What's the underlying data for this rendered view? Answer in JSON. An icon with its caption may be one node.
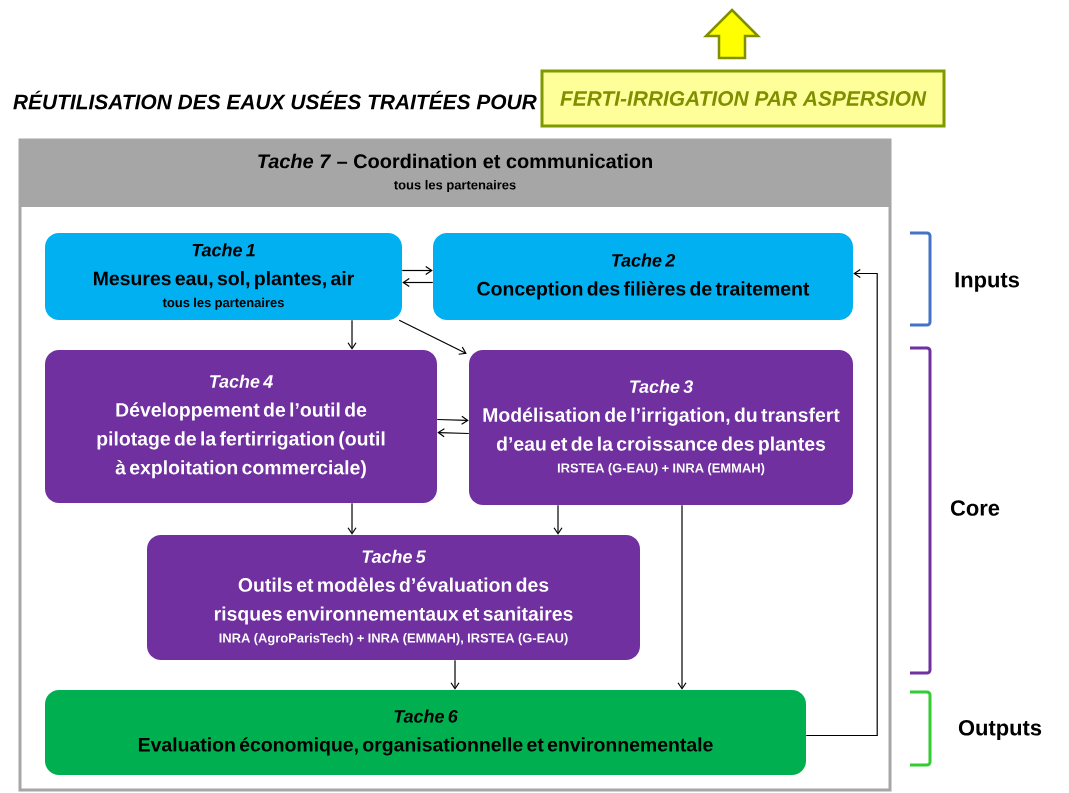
{
  "diagram": {
    "title": "RÉUTILISATION DES EAUX USÉES TRAITÉES POUR",
    "nodes": [
      {
        "text": [
          "FERTI-IRRIGATION PAR ASPERSION"
        ]
      },
      {
        "text": [
          "*Tache 7* – Coordination et communication",
          "tous les partenaires"
        ]
      },
      {
        "text": [
          "Tache 1",
          "Mesures eau, sol, plantes, air",
          "tous les partenaires"
        ],
        "in": 1
      },
      {
        "text": [
          "Tache 2",
          "Conception des filières de traitement"
        ],
        "in": 1
      },
      {
        "text": [
          "Tache 4",
          "Développement de l’outil de pilotage de la fertirrigation (outil à exploitation commerciale)"
        ],
        "in": 1
      },
      {
        "text": [
          "Tache 3",
          "Modélisation de l’irrigation, du transfert d’eau et de la croissance des plantes",
          "IRSTEA (G-EAU) + INRA (EMMAH)"
        ],
        "in": 1
      },
      {
        "text": [
          "Tache 5",
          "Outils et modèles d’évaluation des risques environnementaux et sanitaires",
          "INRA (AgroParisTech) + INRA (EMMAH), IRSTEA (G-EAU)"
        ],
        "in": 1
      },
      {
        "text": [
          "Tache 6",
          "Evaluation économique, organisationnelle et environnementale"
        ],
        "in": 1
      }
    ],
    "edges": [
      {
        "from": 2,
        "to": 3,
        "arrow": "to"
      },
      {
        "from": 3,
        "to": 2,
        "arrow": "to"
      },
      {
        "from": 2,
        "to": 4,
        "arrow": "to"
      },
      {
        "from": 2,
        "to": 5,
        "arrow": "to"
      },
      {
        "from": 4,
        "to": 5,
        "arrow": "to"
      },
      {
        "from": 5,
        "to": 4,
        "arrow": "to"
      },
      {
        "from": 4,
        "to": 6,
        "arrow": "to"
      },
      {
        "from": 5,
        "to": 6,
        "arrow": "to"
      },
      {
        "from": 6,
        "to": 7,
        "arrow": "to"
      },
      {
        "from": 5,
        "to": 7,
        "arrow": "to"
      },
      {
        "from": 7,
        "to": 3,
        "arrow": "to"
      }
    ],
    "labels": [
      "Inputs",
      "Core",
      "Outputs"
    ]
  }
}
